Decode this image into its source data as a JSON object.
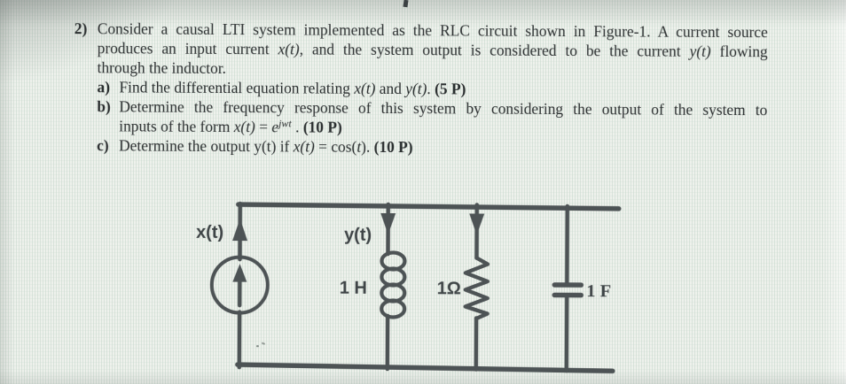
{
  "colors": {
    "background": "#eef1ec",
    "ink": "#2a2e2f",
    "circuit_stroke": "#4d5355",
    "figure_label": "#3f4547"
  },
  "problem": {
    "number": "2)",
    "lines": [
      {
        "segments": [
          {
            "t": "Consider a causal LTI system implemented as the RLC circuit shown in Figure-1. A current source",
            "s": "r"
          }
        ]
      },
      {
        "segments": [
          {
            "t": "produces an input current ",
            "s": "r"
          },
          {
            "t": "x(t)",
            "s": "i"
          },
          {
            "t": ", and the system output is considered to be the current ",
            "s": "r"
          },
          {
            "t": "y(t)",
            "s": "i"
          },
          {
            "t": " flowing",
            "s": "r"
          }
        ]
      },
      {
        "segments": [
          {
            "t": "through the inductor.",
            "s": "r"
          }
        ]
      },
      {
        "label": "a)",
        "segments": [
          {
            "t": "Find the differential equation relating ",
            "s": "r"
          },
          {
            "t": "x(t)",
            "s": "i"
          },
          {
            "t": " and ",
            "s": "r"
          },
          {
            "t": "y(t)",
            "s": "i"
          },
          {
            "t": ". ",
            "s": "r"
          },
          {
            "t": "(5 P)",
            "s": "b"
          }
        ]
      },
      {
        "label": "b)",
        "segments": [
          {
            "t": "Determine the frequency response of this system by considering the output of the system to",
            "s": "r"
          }
        ]
      },
      {
        "segments": [
          {
            "t": "inputs of the form ",
            "s": "r"
          },
          {
            "t": "x(t)",
            "s": "i"
          },
          {
            "t": " = ",
            "s": "r"
          },
          {
            "t": "e",
            "s": "i"
          },
          {
            "t": "jwt",
            "s": "sup"
          },
          {
            "t": " . ",
            "s": "r"
          },
          {
            "t": "(10 P)",
            "s": "b"
          }
        ]
      },
      {
        "label": "c)",
        "segments": [
          {
            "t": "Determine the output y(t) if ",
            "s": "r"
          },
          {
            "t": "x(t)",
            "s": "i"
          },
          {
            "t": " = cos(",
            "s": "r"
          },
          {
            "t": "t",
            "s": "i"
          },
          {
            "t": ").  ",
            "s": "r"
          },
          {
            "t": "(10 P)",
            "s": "b"
          }
        ]
      }
    ]
  },
  "figure": {
    "input_label": "x(t)",
    "output_label": "y(t)",
    "inductor_value": "1 H",
    "resistor_value": "1Ω",
    "capacitor_value": "1 F"
  }
}
